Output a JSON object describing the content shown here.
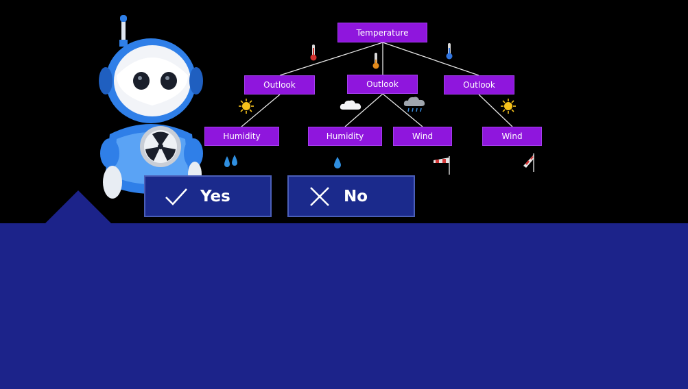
{
  "decision_tree": {
    "root": {
      "label": "Temperature"
    },
    "level1": [
      {
        "label": "Outlook"
      },
      {
        "label": "Outlook"
      },
      {
        "label": "Outlook"
      }
    ],
    "level2": [
      {
        "label": "Humidity"
      },
      {
        "label": "Humidity"
      },
      {
        "label": "Wind"
      },
      {
        "label": "Wind"
      }
    ],
    "node_color": "#8f16dd",
    "line_color": "#e6e6e6"
  },
  "edge_icons": [
    "thermometer-hot-icon",
    "thermometer-warm-icon",
    "thermometer-cold-icon",
    "sun-icon",
    "cloud-icon",
    "rain-cloud-icon",
    "sun-icon",
    "raindrops-icon",
    "raindrop-icon",
    "windsock-icon",
    "windsock-icon"
  ],
  "mascot": {
    "icon": "robot-mascot-icon"
  },
  "answer_buttons": {
    "yes_label": "Yes",
    "no_label": "No",
    "yes_icon": "checkmark-icon",
    "no_icon": "cross-icon"
  },
  "colors": {
    "background": "#000000",
    "panel": "#1c238a",
    "button": "#1b2a8c",
    "button_border": "#4b5fb8",
    "robot_blue": "#2f7fe8"
  }
}
